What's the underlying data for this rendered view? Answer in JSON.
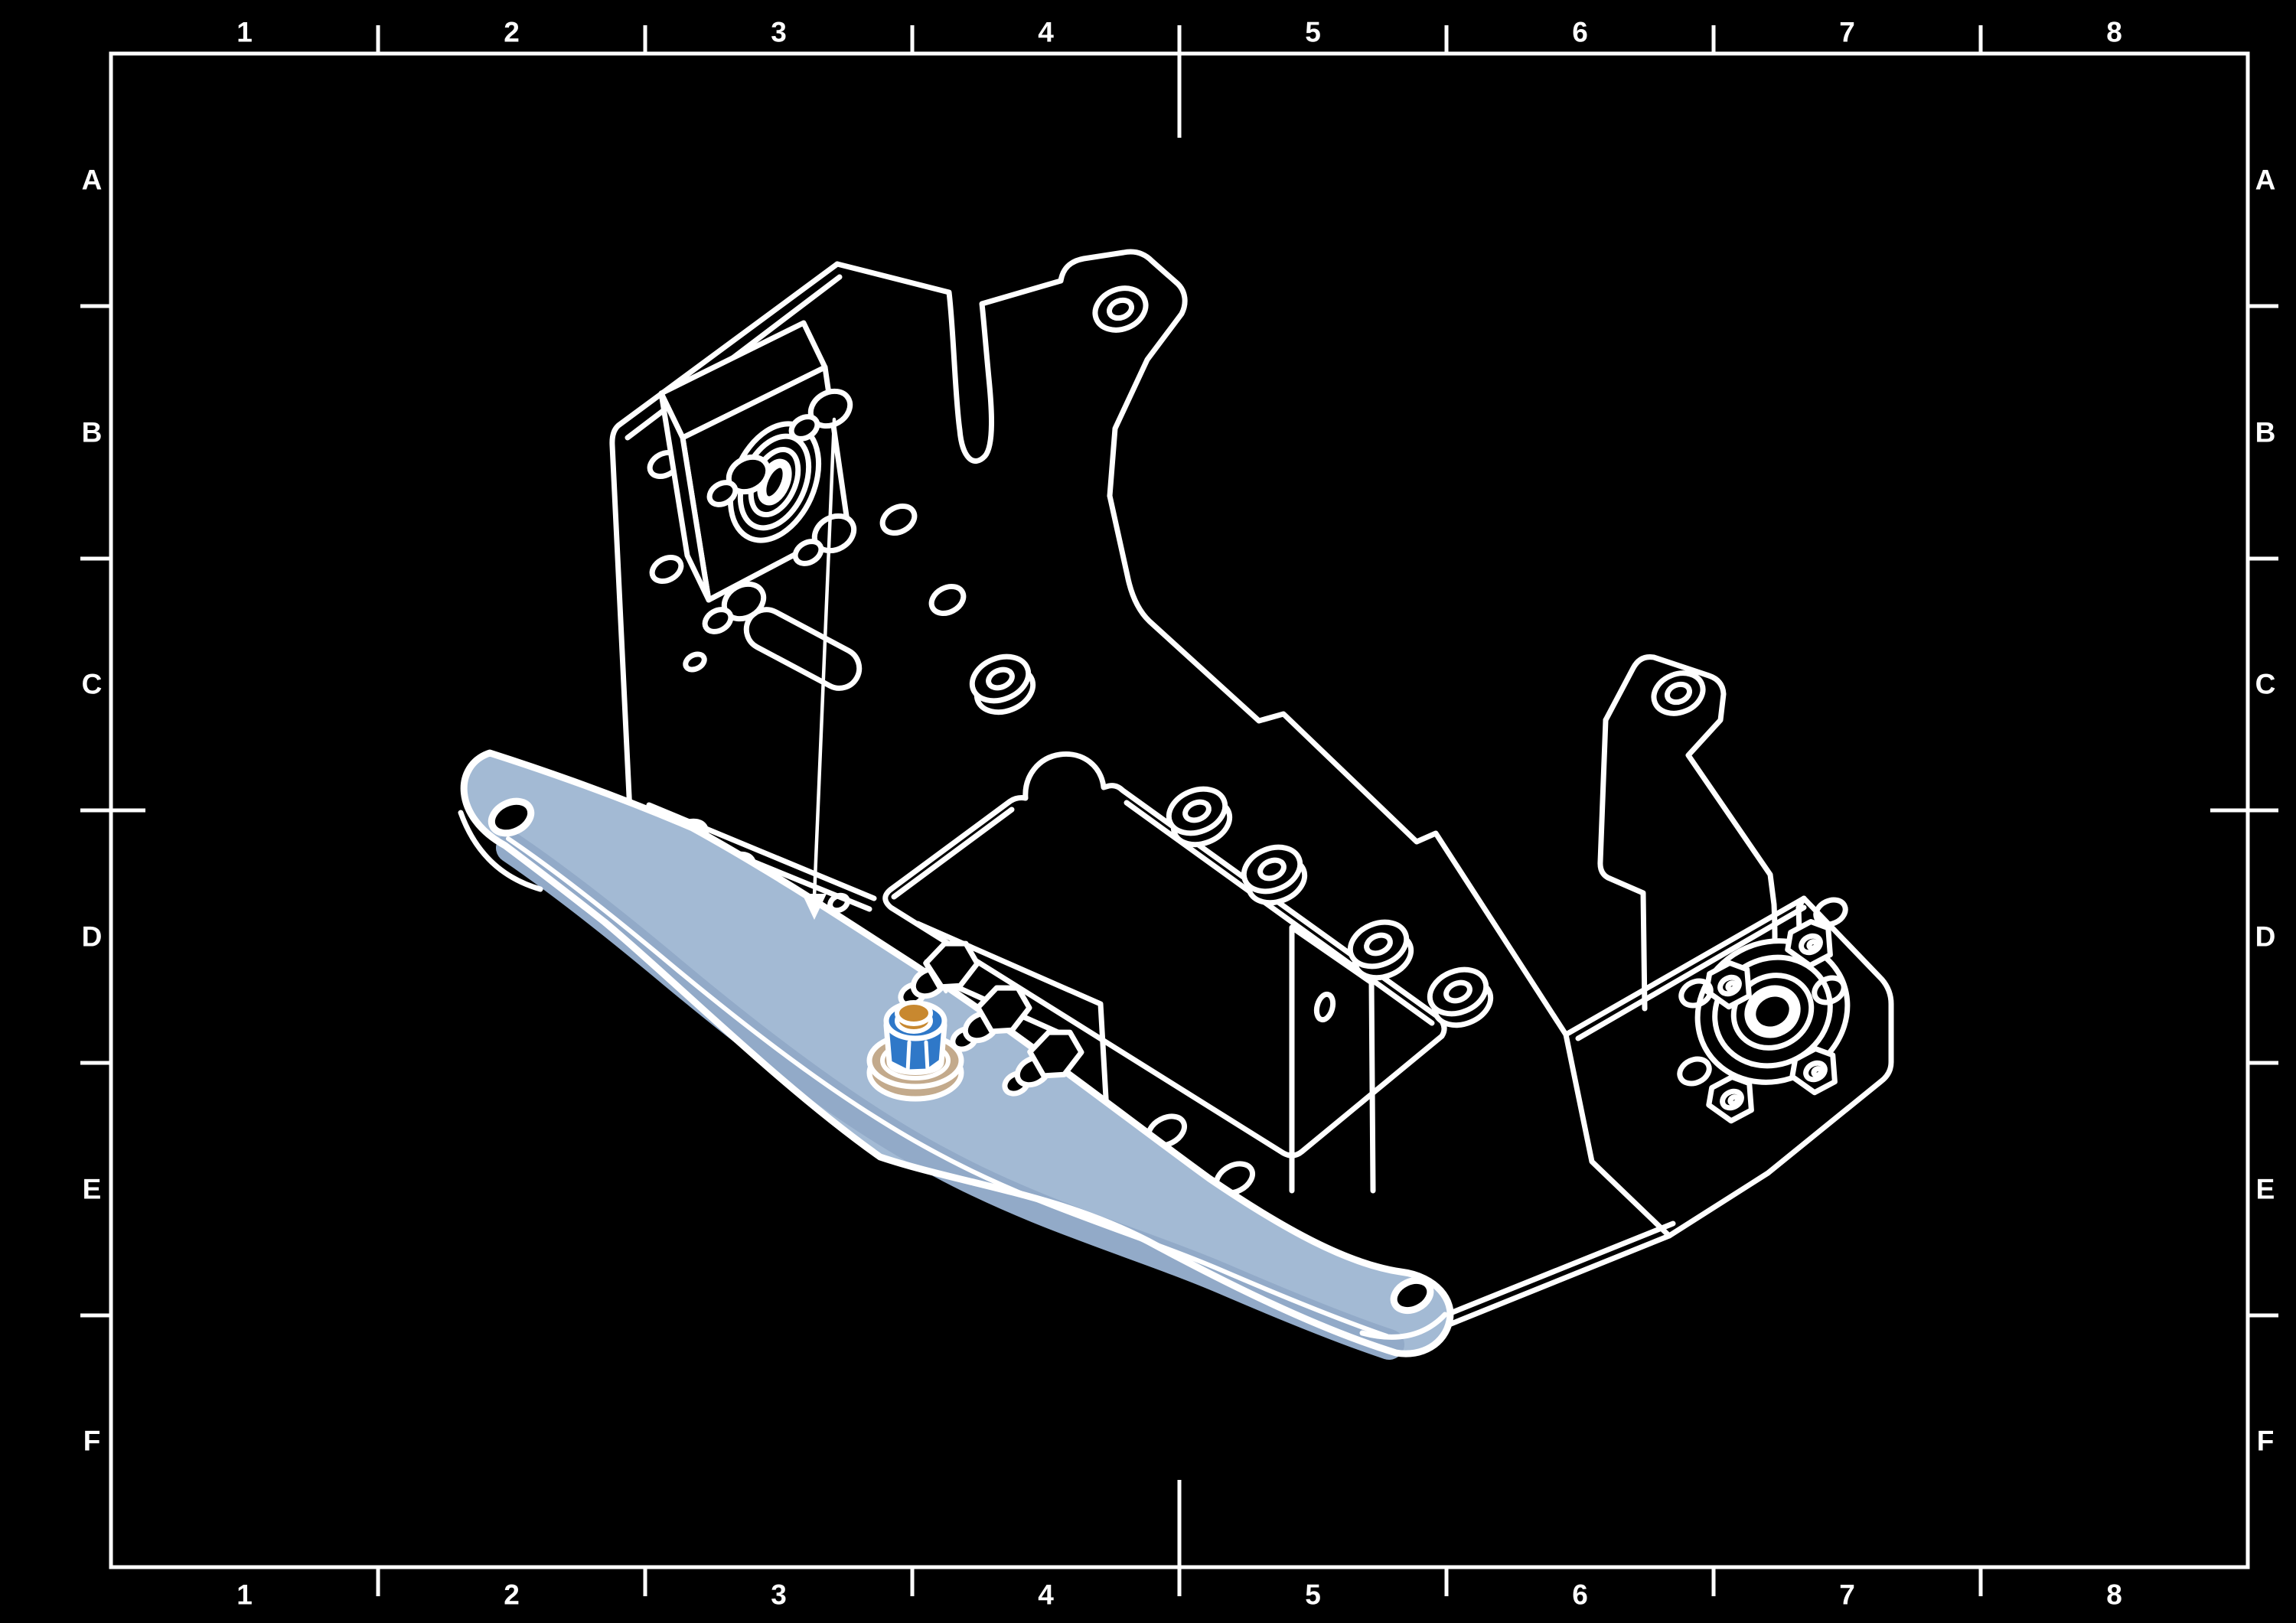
{
  "frame": {
    "background": "#000000",
    "border_color": "#ffffff",
    "column_labels": [
      "1",
      "2",
      "3",
      "4",
      "5",
      "6",
      "7",
      "8"
    ],
    "row_labels": [
      "A",
      "B",
      "C",
      "D",
      "E",
      "F"
    ]
  },
  "colors": {
    "line": "#ffffff",
    "arm_top": "#a3bad4",
    "arm_side": "#92aac8",
    "nut_blue": "#2f78c8",
    "nut_insert_orange": "#c8882f",
    "washer_tan": "#c3aa8c"
  },
  "drawing": {
    "highlighted_part": "curved steering arm",
    "fastener": "nyloc flange nut with washer",
    "assembly": "isometric chassis frame line art"
  }
}
